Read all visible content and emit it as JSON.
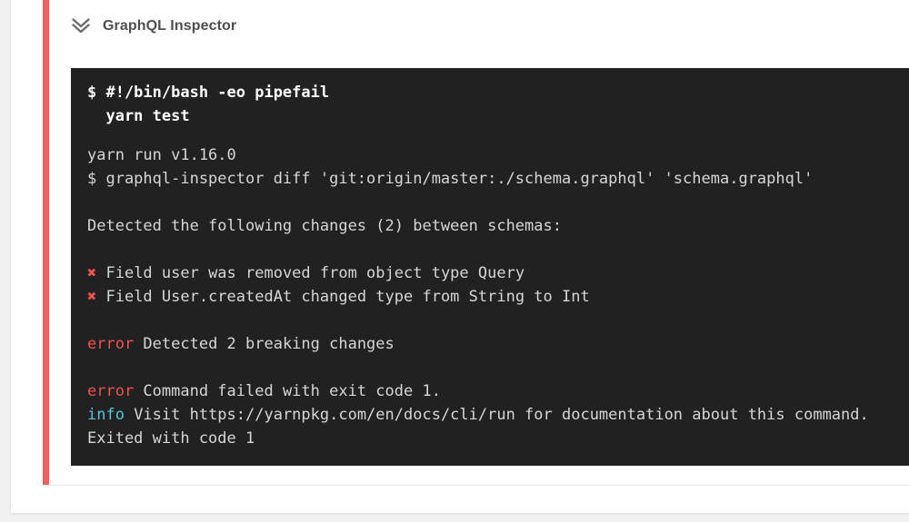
{
  "card": {
    "type": "build-step",
    "status": "failed",
    "status_stripe_color": "#ee5e5e"
  },
  "header": {
    "title": "GraphQL Inspector",
    "collapse_icon": "double-chevron-down"
  },
  "terminal": {
    "background": "#212121",
    "text_color": "#d6d6d6",
    "colors": {
      "red": "#ef5350",
      "cyan": "#56c5d9",
      "bold": "#ffffff"
    },
    "command_lines": [
      "$ #!/bin/bash -eo pipefail",
      "  yarn test"
    ],
    "output_lines": [
      [
        {
          "t": "yarn run v1.16.0"
        }
      ],
      [
        {
          "t": "$ graphql-inspector diff 'git:origin/master:./schema.graphql' 'schema.graphql'"
        }
      ],
      [],
      [
        {
          "t": "Detected the following changes (2) between schemas:"
        }
      ],
      [],
      [
        {
          "t": "✖",
          "c": "red"
        },
        {
          "t": " Field user was removed from object type Query"
        }
      ],
      [
        {
          "t": "✖",
          "c": "red"
        },
        {
          "t": " Field User.createdAt changed type from String to Int"
        }
      ],
      [],
      [
        {
          "t": "error",
          "c": "red"
        },
        {
          "t": " Detected 2 breaking changes"
        }
      ],
      [],
      [
        {
          "t": "error",
          "c": "red"
        },
        {
          "t": " Command failed with exit code 1."
        }
      ],
      [
        {
          "t": "info",
          "c": "cyan"
        },
        {
          "t": " Visit https://yarnpkg.com/en/docs/cli/run for documentation about this command."
        }
      ],
      [
        {
          "t": "Exited with code 1"
        }
      ]
    ]
  }
}
